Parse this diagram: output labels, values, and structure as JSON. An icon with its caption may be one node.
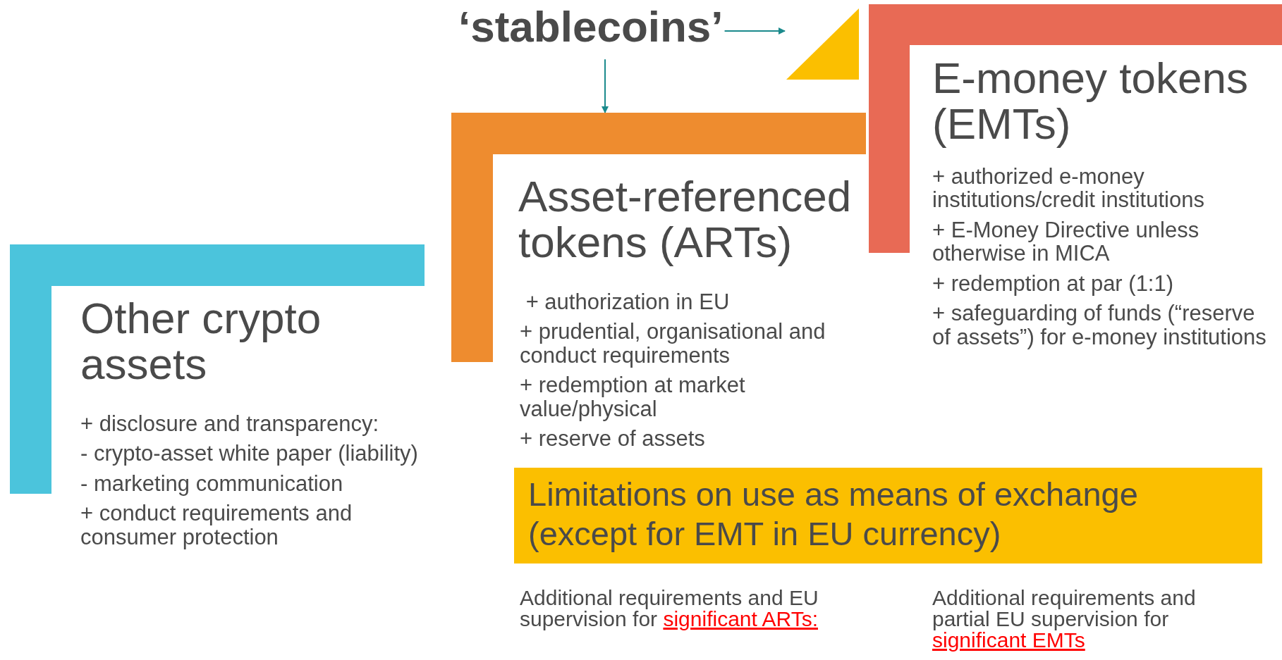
{
  "diagram": {
    "nodes": [
      {
        "text": [
          "‘stablecoins’"
        ]
      },
      {
        "text": [],
        "shape": "triangle"
      },
      {
        "text": [
          "E-money tokens (EMTs)",
          "+ authorized e-money institutions/credit institutions",
          "+ E-Money Directive unless otherwise in MICA",
          "+ redemption at par (1:1)",
          "+ safeguarding of funds (“reserve of assets”) for e-money institutions"
        ]
      },
      {
        "text": [
          "Asset-referenced tokens (ARTs)",
          " + authorization in EU",
          "+ prudential, organisational and conduct requirements",
          "+ redemption at market value/physical",
          "+ reserve of assets"
        ]
      },
      {
        "text": [
          "Other crypto assets",
          "+ disclosure and transparency:",
          "- crypto-asset white paper (liability)",
          "- marketing communication",
          "+ conduct requirements and consumer protection"
        ]
      },
      {
        "text": [
          "Limitations on use as means of exchange (except for EMT in EU currency)"
        ]
      }
    ],
    "edges": [
      {
        "from": 0,
        "to": 3,
        "arrow": "to"
      },
      {
        "from": 0,
        "to": 1,
        "arrow": "to"
      }
    ],
    "labels": [
      "Additional requirements and EU supervision for",
      "significant ARTs:",
      "Additional requirements and partial EU supervision for",
      "significant EMTs"
    ]
  }
}
